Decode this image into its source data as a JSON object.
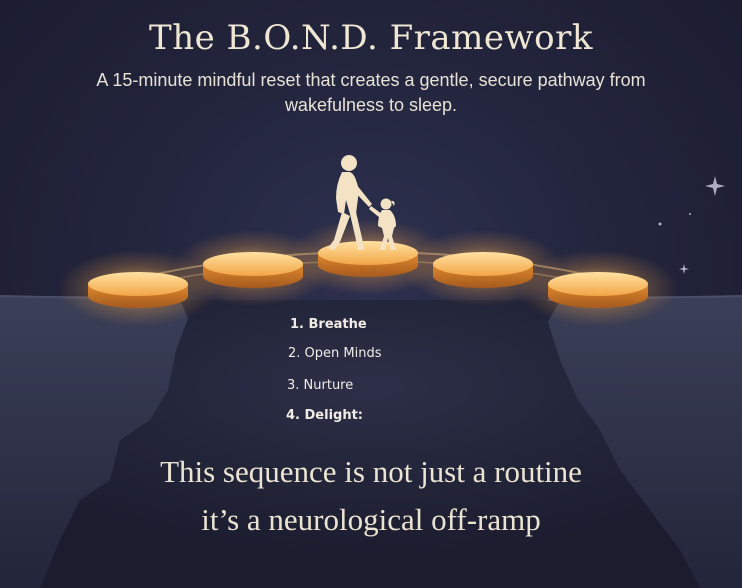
{
  "header": {
    "title": "The B.O.N.D. Framework",
    "subtitle": "A 15-minute mindful reset that creates a gentle, secure pathway from wakefulness to sleep."
  },
  "steps": [
    {
      "label": "1. Breathe"
    },
    {
      "label": "2. Open Minds"
    },
    {
      "label": "3. Nurture"
    },
    {
      "label": "4. Delight:"
    }
  ],
  "tagline": {
    "line1": "This sequence is not just a routine",
    "line2": "it’s a neurological off-ramp"
  },
  "colors": {
    "background": "#23253d",
    "cliff": "#34384f",
    "stone_glow": "#f5b24a",
    "silhouette": "#f3e3c4",
    "text": "#efe6d4"
  },
  "icons": [
    "adult-child-silhouette-icon",
    "sparkle-icon"
  ]
}
